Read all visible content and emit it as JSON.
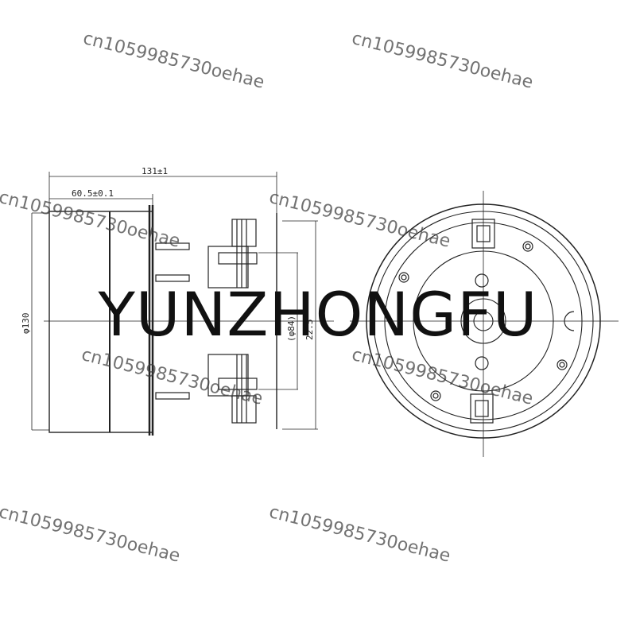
{
  "drawing": {
    "dims": {
      "overall_length": "131±1",
      "stator_length": "60.5±0.1",
      "outer_diameter": "φ130",
      "inner_diameter": "(φ84)",
      "small_dim": "22.5"
    }
  },
  "brand": {
    "text": "YUNZHONGFU"
  },
  "watermark": {
    "text": "cn1059985730oehae"
  }
}
